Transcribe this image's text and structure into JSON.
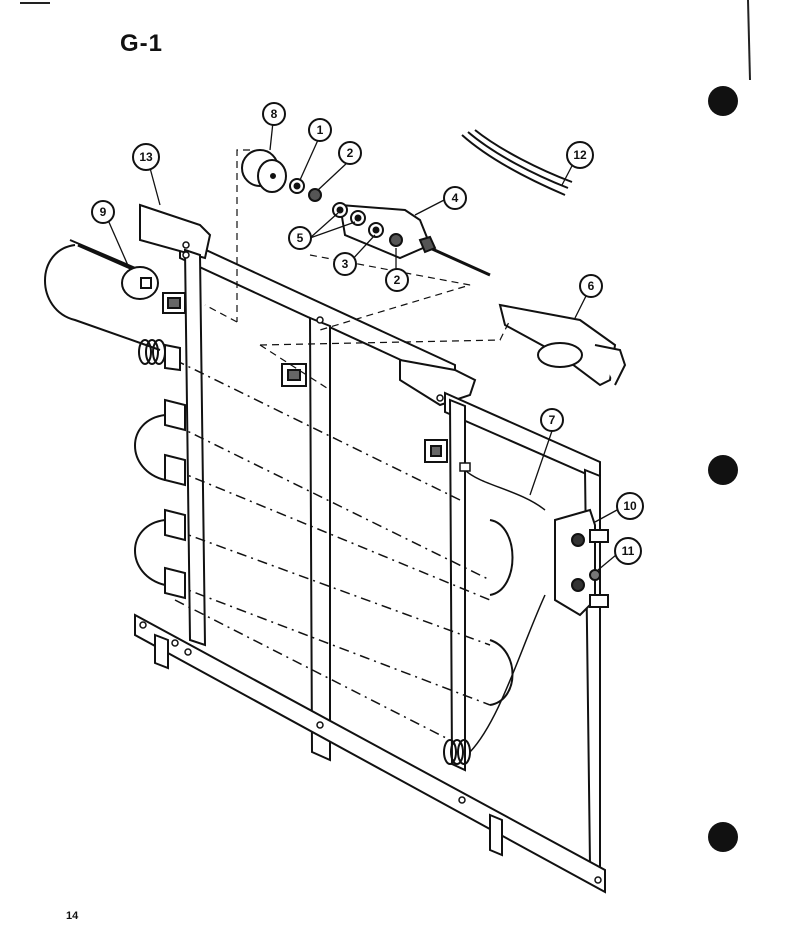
{
  "page": {
    "title": "G-1",
    "page_number": "14"
  },
  "callouts": [
    "1",
    "2",
    "2",
    "3",
    "4",
    "5",
    "6",
    "7",
    "8",
    "9",
    "10",
    "11",
    "12",
    "13"
  ]
}
